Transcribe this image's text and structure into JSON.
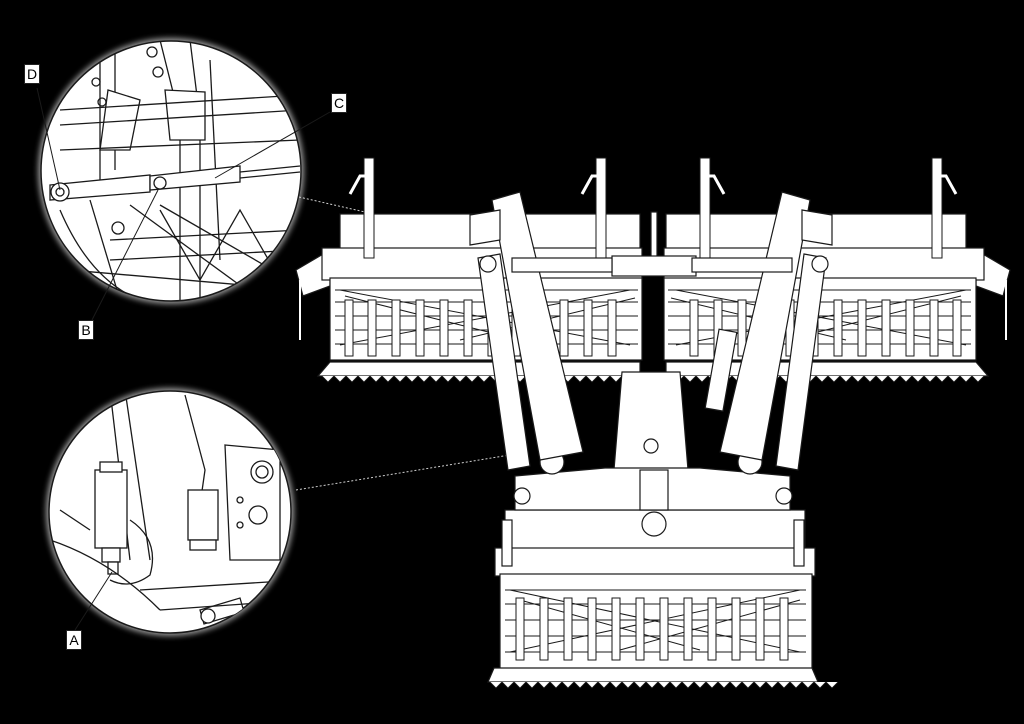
{
  "diagram": {
    "callouts": {
      "a": "A",
      "b": "B",
      "c": "C",
      "d": "D"
    },
    "colors": {
      "background": "#000000",
      "line": "#ffffff",
      "fill": "#ffffff",
      "stroke": "#1a1a1a"
    }
  }
}
